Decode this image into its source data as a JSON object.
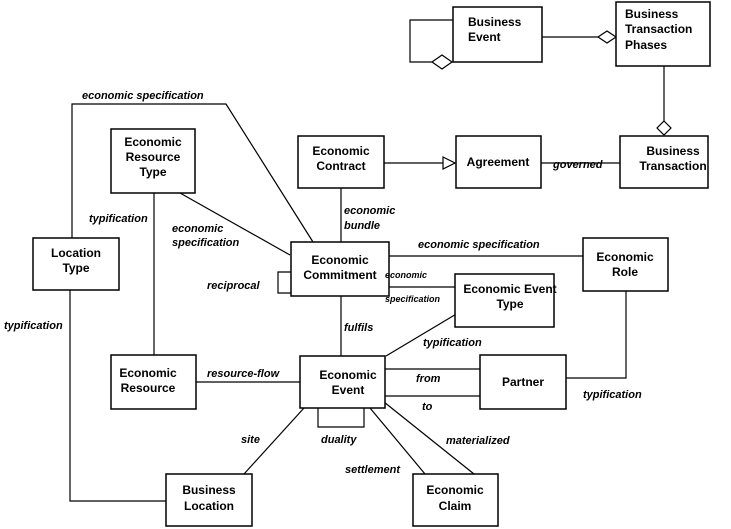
{
  "nodes": {
    "business_event": [
      "Business",
      "Event"
    ],
    "business_transaction_phases": [
      "Business",
      "Transaction",
      "Phases"
    ],
    "economic_resource_type": [
      "Economic",
      "Resource",
      "Type"
    ],
    "economic_contract": [
      "Economic",
      "Contract"
    ],
    "agreement": [
      "Agreement"
    ],
    "business_transaction": [
      "Business",
      "Transaction"
    ],
    "location_type": [
      "Location",
      "Type"
    ],
    "economic_commitment": [
      "Economic",
      "Commitment"
    ],
    "economic_role": [
      "Economic",
      "Role"
    ],
    "economic_event_type": [
      "Economic Event",
      "Type"
    ],
    "economic_resource": [
      "Economic",
      "Resource"
    ],
    "economic_event": [
      "Economic",
      "Event"
    ],
    "partner": [
      "Partner"
    ],
    "business_location": [
      "Business",
      "Location"
    ],
    "economic_claim": [
      "Economic",
      "Claim"
    ]
  },
  "edges": {
    "economic_specification_top": "economic specification",
    "governed": "governed",
    "typification_resource": "typification",
    "economic_specification_resource": [
      "economic",
      "specification"
    ],
    "economic_bundle": [
      "economic",
      "bundle"
    ],
    "economic_specification_role": "economic specification",
    "reciprocal": "reciprocal",
    "economic_specification_eventtype": [
      "economic",
      "specification"
    ],
    "typification_location": "typification",
    "fulfils": "fulfils",
    "typification_eventtype": "typification",
    "resource_flow": "resource-flow",
    "from": "from",
    "to": "to",
    "typification_role": "typification",
    "site": "site",
    "duality": "duality",
    "materialized": "materialized",
    "settlement": "settlement"
  }
}
